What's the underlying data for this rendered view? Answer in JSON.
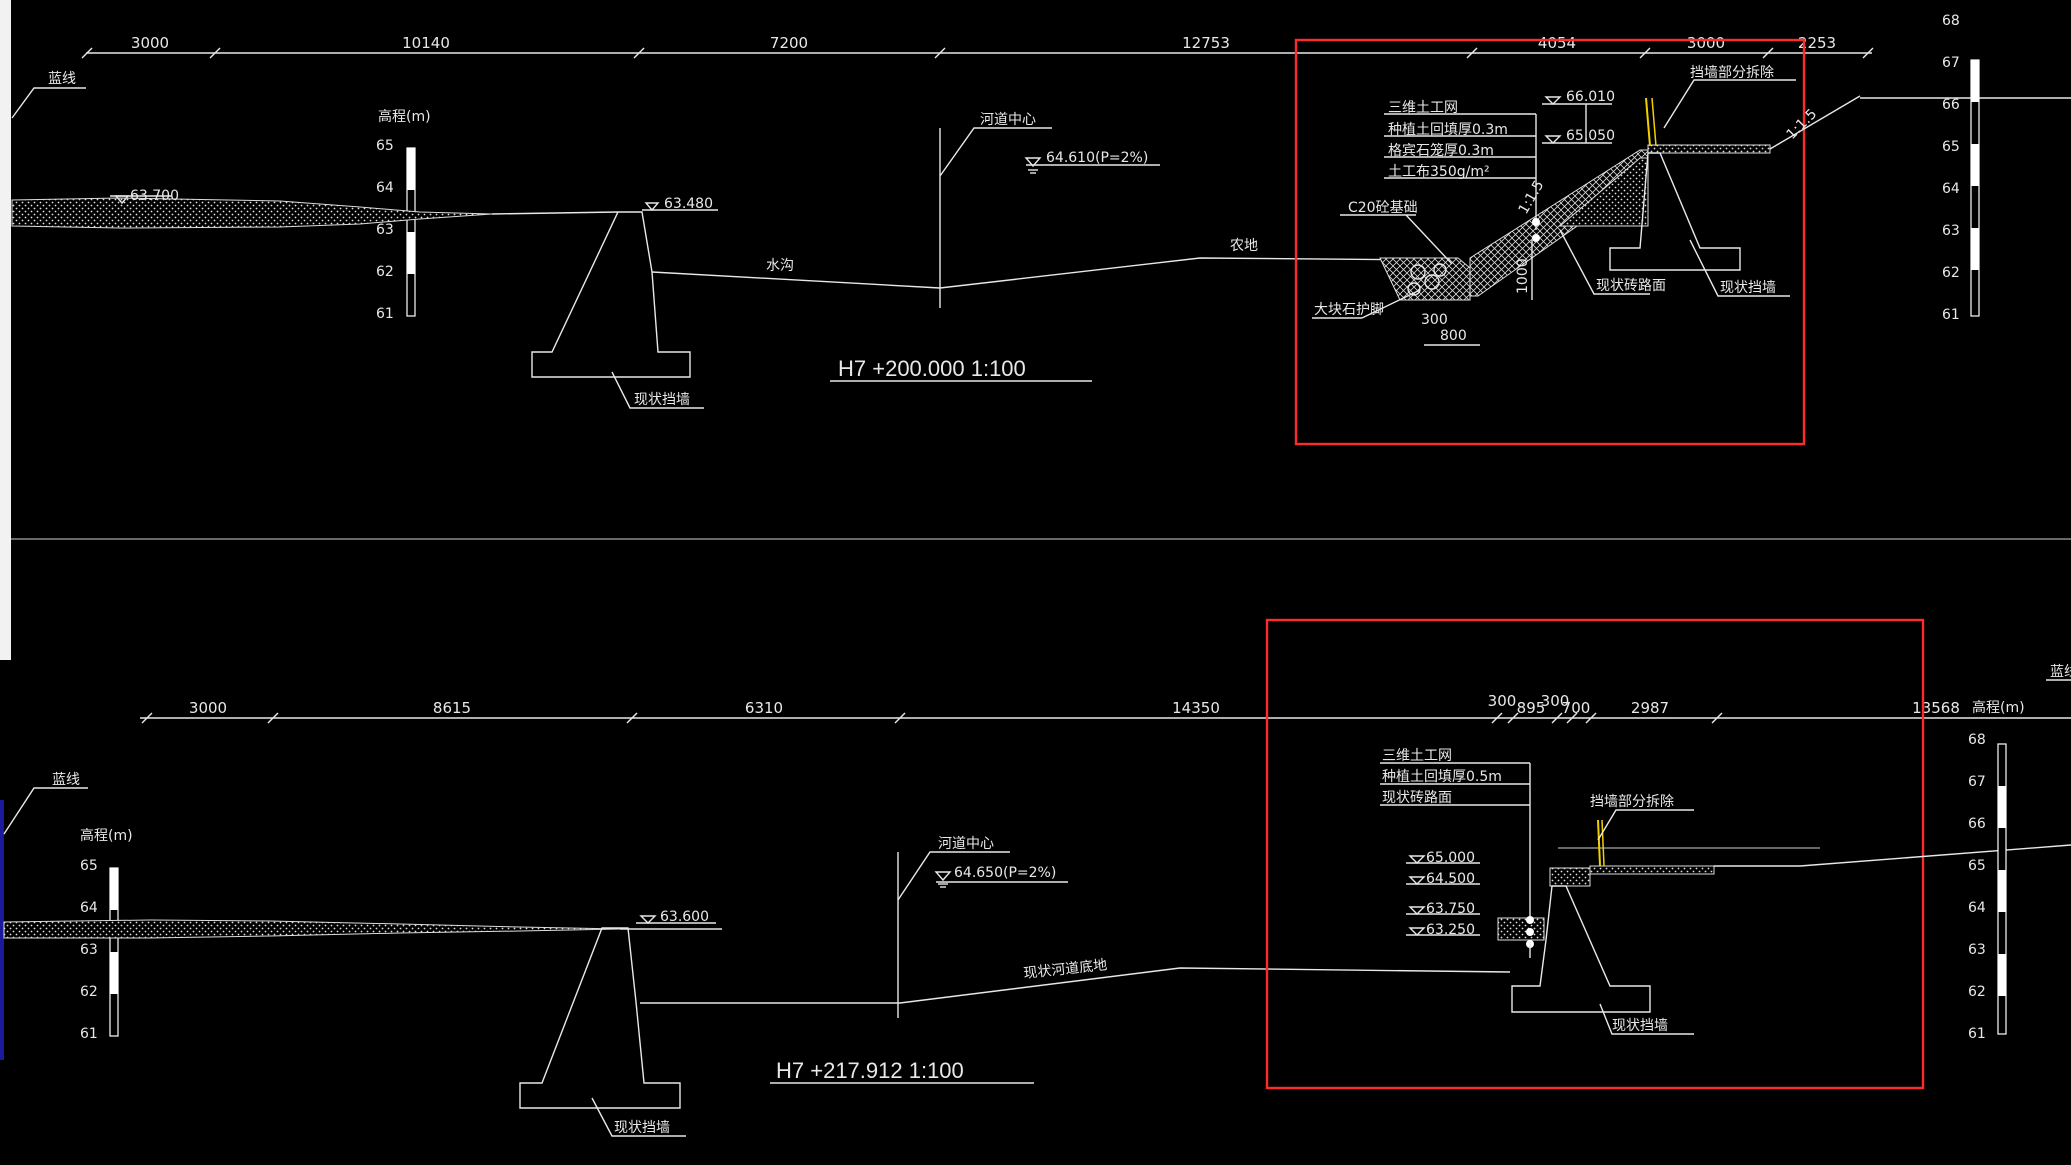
{
  "upper_section": {
    "dimensions": [
      "3000",
      "10140",
      "7200",
      "12753",
      "4054",
      "3000",
      "2253"
    ],
    "labels": {
      "blue_line": "蓝线",
      "elevation_axis": "高程(m)",
      "river_center": "河道中心",
      "water": "水沟",
      "farmland": "农地",
      "retaining_wall_upper": "现状挡墙",
      "retaining_wall_lower": "现状挡墙",
      "existing_road": "现状砖路面",
      "c20_foundation": "C20砼基础",
      "riprap_toe": "大块石护脚",
      "demolish": "挡墙部分拆除"
    },
    "elevations": {
      "left_bank": "63.700",
      "wall_top": "63.480",
      "water_level": "64.610(P=2%)",
      "e66": "66.010",
      "e65": "65.050"
    },
    "layers": [
      "三维土工网",
      "种植土回填厚0.3m",
      "格宾石笼厚0.3m",
      "土工布350g/m²"
    ],
    "small_dims": {
      "d300": "300",
      "d800": "800",
      "d1000": "1000"
    },
    "slope": "1:1.5",
    "slope_right": "1:1.5",
    "scale_left": [
      "65",
      "64",
      "63",
      "62",
      "61"
    ],
    "scale_right": [
      "68",
      "67",
      "66",
      "65",
      "64",
      "63",
      "62",
      "61"
    ],
    "title": "H7 +200.000    1:100"
  },
  "lower_section": {
    "dimensions": [
      "3000",
      "8615",
      "6310",
      "14350",
      "300",
      "895",
      "300",
      "700",
      "2987",
      "13568"
    ],
    "labels": {
      "blue_line": "蓝线",
      "blue_line_right": "蓝线",
      "elevation_axis": "高程(m)",
      "elevation_axis_right": "高程(m)",
      "river_center": "河道中心",
      "channel_bottom": "现状河道底地",
      "retaining_wall_left": "现状挡墙",
      "retaining_wall_right": "现状挡墙",
      "demolish": "挡墙部分拆除"
    },
    "elevations": {
      "wall_top": "63.600",
      "water_level": "64.650(P=2%)",
      "e1": "65.000",
      "e2": "64.500",
      "e3": "63.750",
      "e4": "63.250"
    },
    "layers": [
      "三维土工网",
      "种植土回填厚0.5m",
      "现状砖路面"
    ],
    "scale_left": [
      "65",
      "64",
      "63",
      "62",
      "61"
    ],
    "scale_right": [
      "68",
      "67",
      "66",
      "65",
      "64",
      "63",
      "62",
      "61"
    ],
    "title": "H7 +217.912    1:100"
  },
  "colors": {
    "background": "#000000",
    "lines": "#e8e8e8",
    "highlight_box": "#ff2a2a",
    "railing": "#f0d000"
  }
}
